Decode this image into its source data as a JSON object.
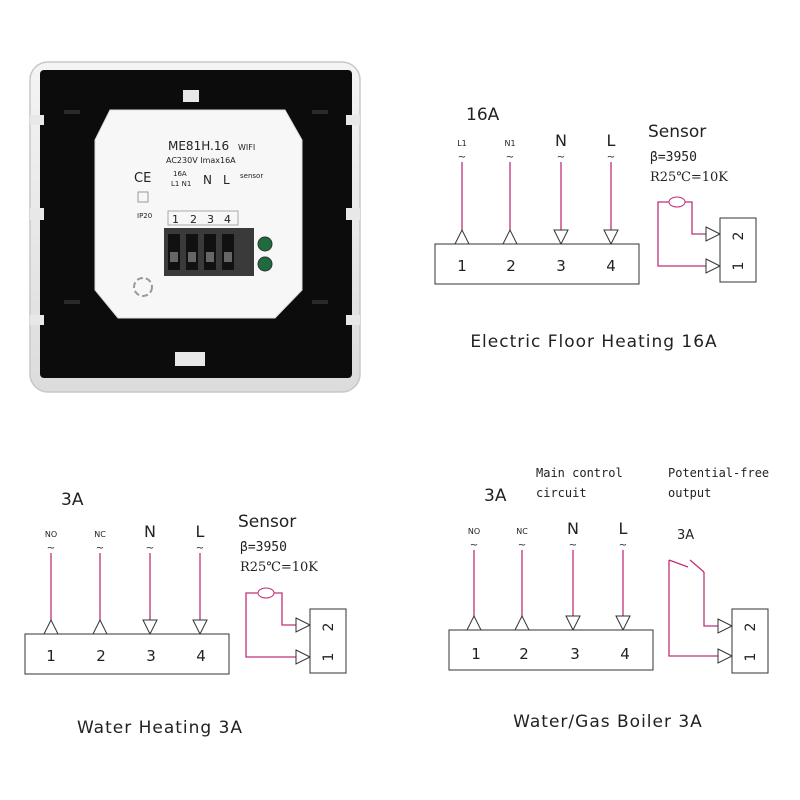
{
  "device": {
    "model": "ME81H.16",
    "wifi": "WIFI",
    "rating": "AC230V Imax16A",
    "ce": "CE",
    "ip": "IP20",
    "terminal_header": [
      "16A",
      "L1 N1",
      "N",
      "L",
      "sensor"
    ],
    "terminal_numbers": [
      "1",
      "2",
      "3",
      "4"
    ]
  },
  "diagrams": [
    {
      "current": "16A",
      "terminal_labels": [
        "L1",
        "N1",
        "N",
        "L"
      ],
      "terminal_numbers": [
        "1",
        "2",
        "3",
        "4"
      ],
      "sensor_title": "Sensor",
      "sensor_beta": "β=3950",
      "sensor_r25": "R25℃=10K",
      "sensor_pins": [
        "2",
        "1"
      ],
      "caption": "Electric Floor Heating 16A"
    },
    {
      "current": "3A",
      "terminal_labels": [
        "NO",
        "NC",
        "N",
        "L"
      ],
      "terminal_numbers": [
        "1",
        "2",
        "3",
        "4"
      ],
      "sensor_title": "Sensor",
      "sensor_beta": "β=3950",
      "sensor_r25": "R25℃=10K",
      "sensor_pins": [
        "2",
        "1"
      ],
      "caption": "Water Heating 3A"
    },
    {
      "current": "3A",
      "terminal_labels": [
        "NO",
        "NC",
        "N",
        "L"
      ],
      "terminal_numbers": [
        "1",
        "2",
        "3",
        "4"
      ],
      "main_control_line1": "Main control",
      "main_control_line2": "circuit",
      "potential_free_line1": "Potential-free",
      "potential_free_line2": "output",
      "output_current": "3A",
      "output_pins": [
        "2",
        "1"
      ],
      "caption": "Water/Gas Boiler 3A"
    }
  ],
  "colors": {
    "wire": "#c0307a",
    "neutral": "#1a2fb0",
    "live": "#d01818"
  }
}
